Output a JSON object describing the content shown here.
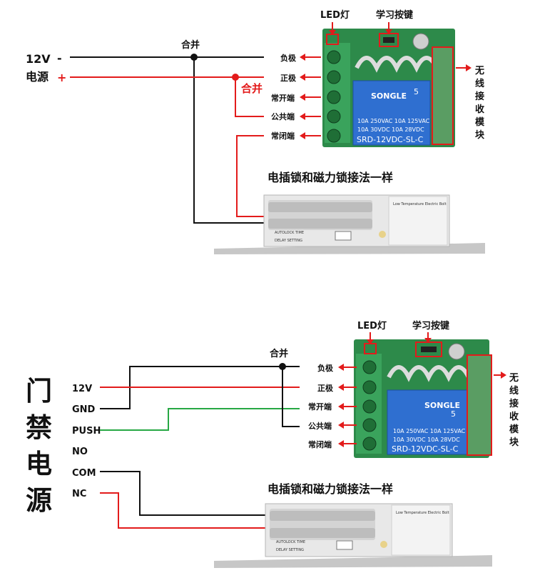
{
  "top": {
    "led_label": "LED灯",
    "learn_label": "学习按键",
    "merge_label": "合并",
    "merge_label_red": "合并",
    "power_voltage": "12V",
    "power_name": "电源",
    "minus_sign": "-",
    "plus_sign": "+",
    "wireless_module": [
      "无",
      "线",
      "接",
      "收",
      "模",
      "块"
    ],
    "terminals": [
      "负极",
      "正极",
      "常开端",
      "公共端",
      "常闭端"
    ],
    "lock_note": "电插锁和磁力锁接法一样"
  },
  "bottom": {
    "led_label": "LED灯",
    "learn_label": "学习按键",
    "merge_label": "合并",
    "side_title": [
      "门",
      "禁",
      "电",
      "源"
    ],
    "psu_labels": [
      "12V",
      "GND",
      "PUSH",
      "NO",
      "COM",
      "NC"
    ],
    "wireless_module": [
      "无",
      "线",
      "接",
      "收",
      "模",
      "块"
    ],
    "terminals": [
      "负极",
      "正极",
      "常开端",
      "公共端",
      "常闭端"
    ],
    "lock_note": "电插锁和磁力锁接法一样"
  },
  "relay": {
    "brand": "SONGLE",
    "spec1": "10A 250VAC   10A 125VAC",
    "spec2": "10A 30VDC    10A 28VDC",
    "model": "SRD-12VDC-SL-C",
    "num": "5"
  },
  "lock": {
    "panel_title": "Low Temperature Electric Bolt",
    "autolock": "AUTOLOCK TIME",
    "delay": "DELAY SETTING"
  },
  "colors": {
    "wire_black": "#111111",
    "wire_red": "#e31b1b",
    "wire_green": "#27a844",
    "board_green": "#2d8a4a",
    "relay_blue": "#2f6fd0"
  }
}
